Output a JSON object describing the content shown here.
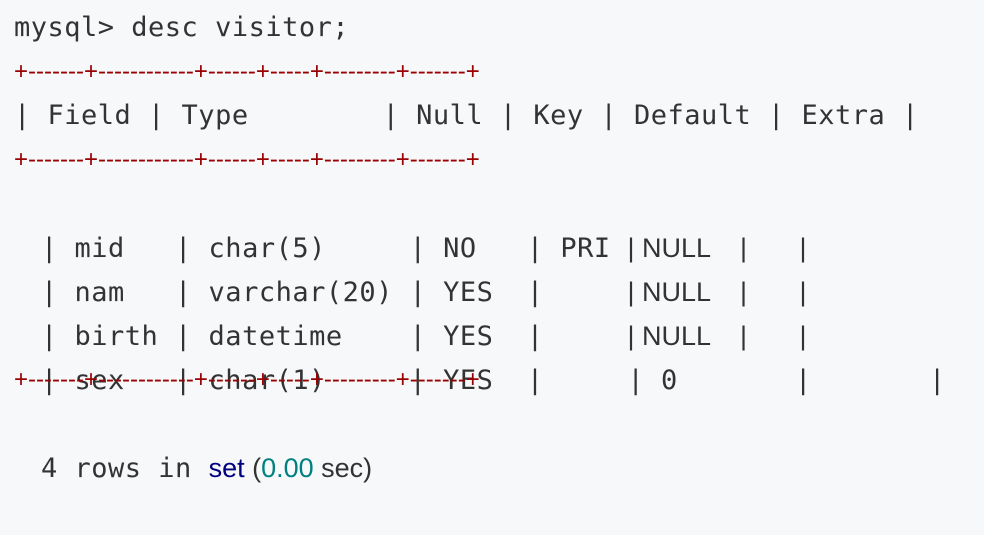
{
  "terminal": {
    "command": "mysql> desc visitor;",
    "border_line": "+-------+------------+------+-----+---------+-------+",
    "header_line": "| Field | Type        | Null | Key | Default | Extra |",
    "rows": [
      {
        "field": "| mid   | char(5)     | NO   | PRI ",
        "default": "| NULL    |       |"
      },
      {
        "field": "| nam   | varchar(20) | YES  |     ",
        "default": "| NULL    |       |"
      },
      {
        "field": "| birth | datetime    | YES  |     ",
        "default": "| NULL    |       |"
      },
      {
        "field": "| sex   | char(1)     | YES  |     ",
        "default": "| 0       |       |"
      }
    ],
    "footer": {
      "prefix": "4 rows in ",
      "keyword": "set",
      "open": " (",
      "number": "0.00",
      "unit": " sec)"
    }
  }
}
